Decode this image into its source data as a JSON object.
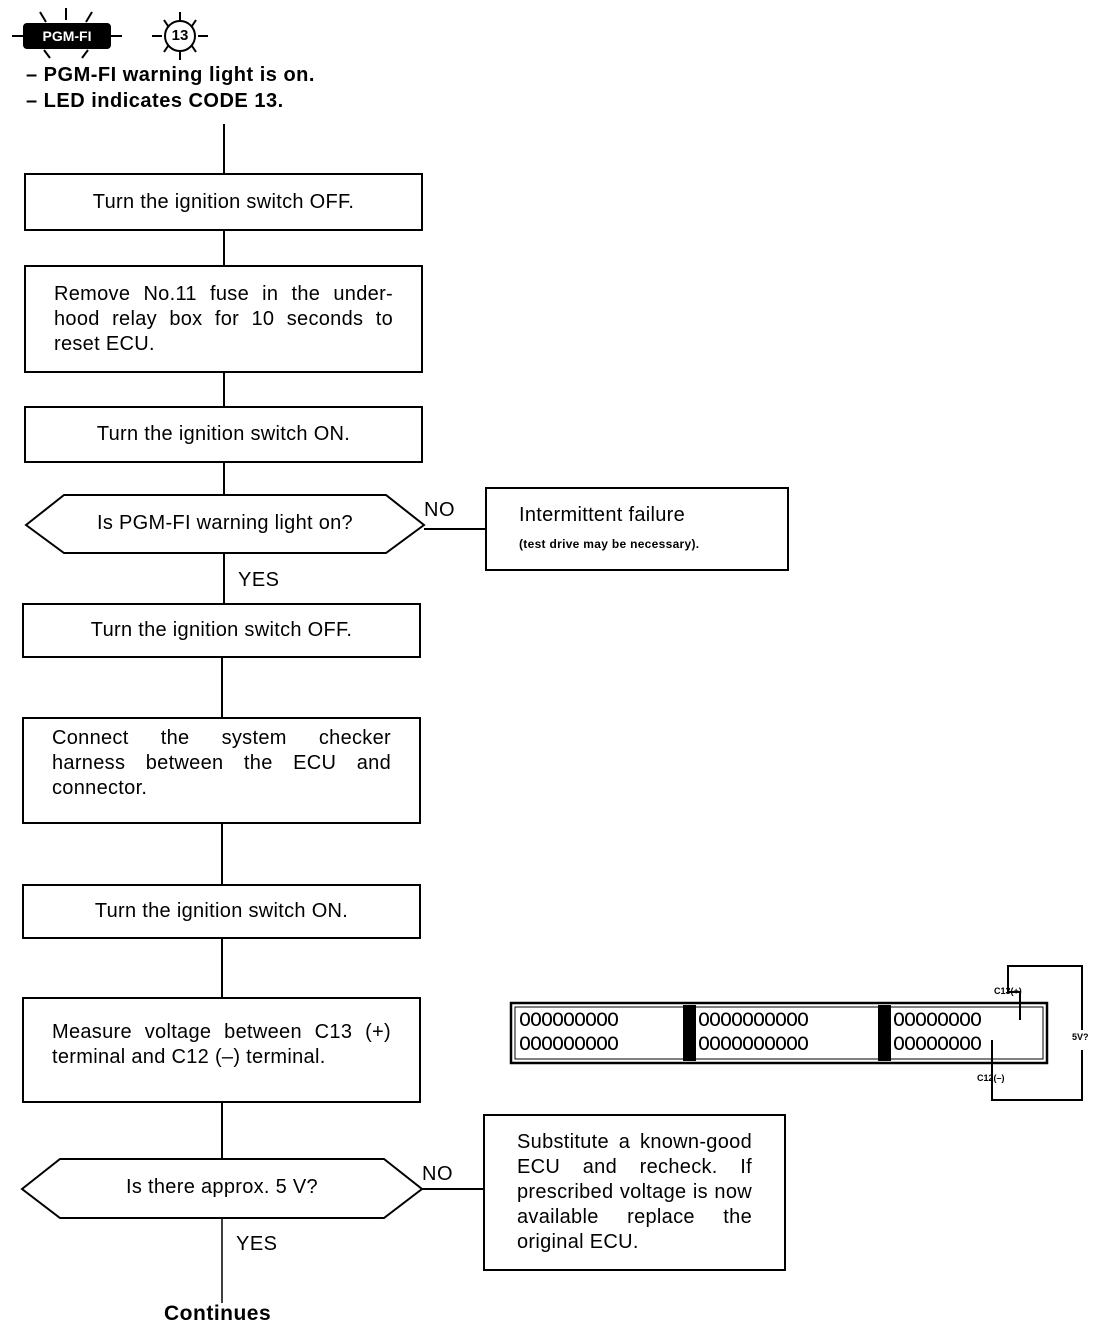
{
  "header": {
    "badge_text": "PGM-FI",
    "code_number": "13",
    "line1": "– PGM-FI warning light is on.",
    "line2": "– LED indicates CODE 13."
  },
  "steps": {
    "s1": "Turn the ignition switch OFF.",
    "s2": "Remove No.11 fuse in the under-hood relay box for 10 seconds to reset ECU.",
    "s3": "Turn the ignition switch ON.",
    "d1": "Is PGM-FI warning light on?",
    "d1_no": "NO",
    "d1_yes": "YES",
    "no1_title": "Intermittent failure",
    "no1_note": "(test drive may be necessary).",
    "s4": "Turn the ignition switch OFF.",
    "s5": "Connect the system checker harness between the ECU and connector.",
    "s6": "Turn the ignition switch ON.",
    "s7": "Measure voltage between C13 (+) terminal and C12 (–) terminal.",
    "d2": "Is there approx. 5 V?",
    "d2_no": "NO",
    "d2_yes": "YES",
    "no2": "Substitute a known-good ECU and recheck. If prescribed voltage is now available replace the original ECU.",
    "continues": "Continues"
  },
  "connector": {
    "left_top": "OOOOOOOOO",
    "left_bottom": "OOOOOOOOO",
    "mid_top": "OOOOOOOOOO",
    "mid_bottom": "OOOOOOOOOO",
    "right_top": "OOOOOOOO",
    "right_bottom": "OOOOOOOO",
    "c13_label": "C13(+)",
    "c12_label": "C12(–)",
    "meter_label": "5V?"
  }
}
